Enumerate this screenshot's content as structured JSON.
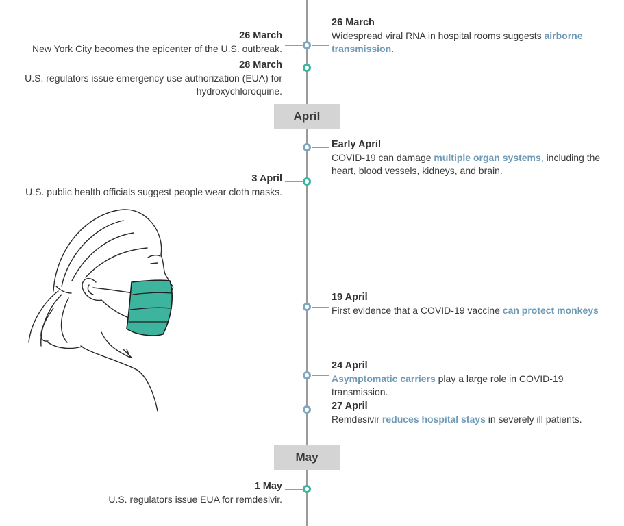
{
  "months": [
    {
      "id": "april",
      "label": "April"
    },
    {
      "id": "may",
      "label": "May"
    }
  ],
  "events": [
    {
      "side": "right",
      "kind": "science",
      "date": "26 March",
      "parts": [
        {
          "t": "Widespread viral RNA in hospital rooms suggests "
        },
        {
          "t": "airborne transmission",
          "hl": true
        },
        {
          "t": "."
        }
      ]
    },
    {
      "side": "left",
      "kind": "us",
      "date": "26 March",
      "parts": [
        {
          "t": "New York City becomes the epicenter of the U.S. outbreak."
        }
      ]
    },
    {
      "side": "left",
      "kind": "us",
      "date": "28 March",
      "parts": [
        {
          "t": "U.S. regulators issue emergency use authorization (EUA) for hydroxychloroquine."
        }
      ]
    },
    {
      "side": "right",
      "kind": "science",
      "date": "Early April",
      "parts": [
        {
          "t": "COVID-19 can damage "
        },
        {
          "t": "multiple organ systems",
          "hl": true
        },
        {
          "t": ", including the heart, blood vessels, kidneys, and brain."
        }
      ]
    },
    {
      "side": "left",
      "kind": "us",
      "date": "3 April",
      "parts": [
        {
          "t": "U.S. public health officials suggest people wear cloth masks."
        }
      ]
    },
    {
      "side": "right",
      "kind": "science",
      "date": "19 April",
      "parts": [
        {
          "t": "First evidence that a COVID-19 vaccine "
        },
        {
          "t": "can protect monkeys",
          "hl": true
        }
      ]
    },
    {
      "side": "right",
      "kind": "science",
      "date": "24 April",
      "parts": [
        {
          "t": "Asymptomatic carriers",
          "hl": true
        },
        {
          "t": " play a large role in COVID-19 transmission."
        }
      ]
    },
    {
      "side": "right",
      "kind": "science",
      "date": "27 April",
      "parts": [
        {
          "t": "Remdesivir "
        },
        {
          "t": "reduces hospital stays",
          "hl": true
        },
        {
          "t": " in severely ill patients."
        }
      ]
    },
    {
      "side": "left",
      "kind": "us",
      "date": "1 May",
      "parts": [
        {
          "t": "U.S. regulators issue EUA for remdesivir."
        }
      ]
    }
  ],
  "colors": {
    "axis": "#9a9a9a",
    "science_node": "#7fa6bf",
    "us_node": "#3cb49e",
    "highlight": "#6e9ab7",
    "mask": "#3cb49e",
    "month_bg": "#d4d4d4"
  },
  "illustration": "person-wearing-mask"
}
